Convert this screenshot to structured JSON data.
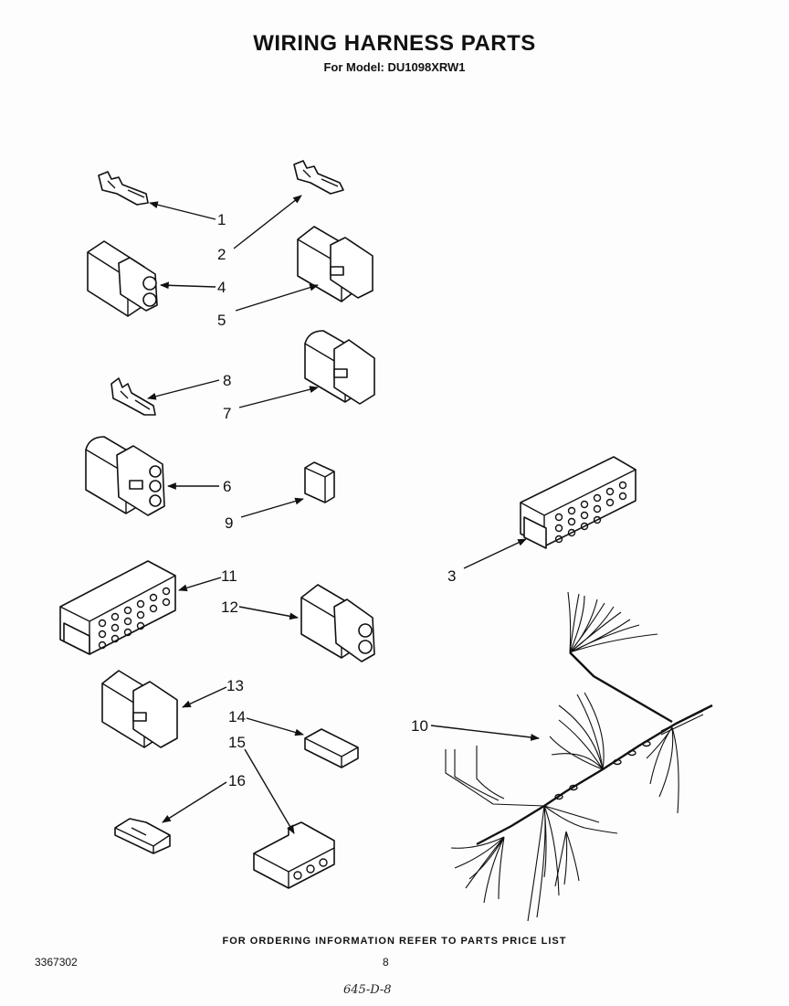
{
  "header": {
    "title": "WIRING HARNESS PARTS",
    "subtitle": "For Model: DU1098XRW1"
  },
  "parts": [
    {
      "id": "1",
      "label": "1"
    },
    {
      "id": "2",
      "label": "2"
    },
    {
      "id": "3",
      "label": "3"
    },
    {
      "id": "4",
      "label": "4"
    },
    {
      "id": "5",
      "label": "5"
    },
    {
      "id": "6",
      "label": "6"
    },
    {
      "id": "7",
      "label": "7"
    },
    {
      "id": "8",
      "label": "8"
    },
    {
      "id": "9",
      "label": "9"
    },
    {
      "id": "10",
      "label": "10"
    },
    {
      "id": "11",
      "label": "11"
    },
    {
      "id": "12",
      "label": "12"
    },
    {
      "id": "13",
      "label": "13"
    },
    {
      "id": "14",
      "label": "14"
    },
    {
      "id": "15",
      "label": "15"
    },
    {
      "id": "16",
      "label": "16"
    }
  ],
  "footer": {
    "note": "FOR ORDERING INFORMATION REFER TO PARTS PRICE LIST",
    "doc_number": "3367302",
    "page_number": "8",
    "handwritten": "645-D-8"
  }
}
